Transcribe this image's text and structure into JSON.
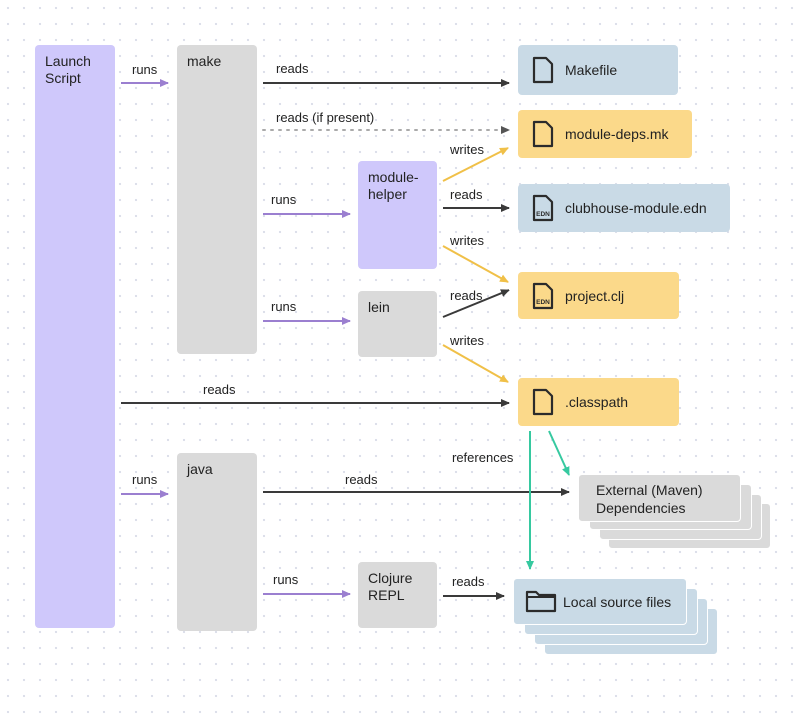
{
  "nodes": {
    "launch_script": "Launch\nScript",
    "make": "make",
    "module_helper": "module-\nhelper",
    "lein": "lein",
    "java": "java",
    "clojure_repl": "Clojure\nREPL"
  },
  "files": {
    "makefile": "Makefile",
    "module_deps": "module-deps.mk",
    "clubhouse_module": "clubhouse-module.edn",
    "project_clj": "project.clj",
    "classpath": ".classpath",
    "external_deps": "External (Maven)\nDependencies",
    "local_source": "Local source files"
  },
  "edges": {
    "runs_make": "runs",
    "reads_makefile": "reads",
    "reads_if_present": "reads (if present)",
    "runs_module_helper": "runs",
    "writes_module_deps": "writes",
    "reads_clubhouse": "reads",
    "writes_project": "writes",
    "runs_lein": "runs",
    "reads_project": "reads",
    "writes_classpath": "writes",
    "reads_classpath": "reads",
    "references": "references",
    "runs_java": "runs",
    "reads_external": "reads",
    "runs_repl": "runs",
    "reads_local": "reads"
  },
  "icons": {
    "doc": "document-icon",
    "edn": "edn-file-icon",
    "folder": "folder-icon",
    "edn_text": "EDN"
  },
  "colors": {
    "process_primary": "#cfc8fb",
    "process": "#dadada",
    "input_file": "#c9dae6",
    "generated_file": "#fbd98a",
    "runs_arrow": "#9b7fd0",
    "reads_arrow": "#3a3a3a",
    "writes_arrow": "#f0c048",
    "references_arrow": "#36c9a0"
  }
}
